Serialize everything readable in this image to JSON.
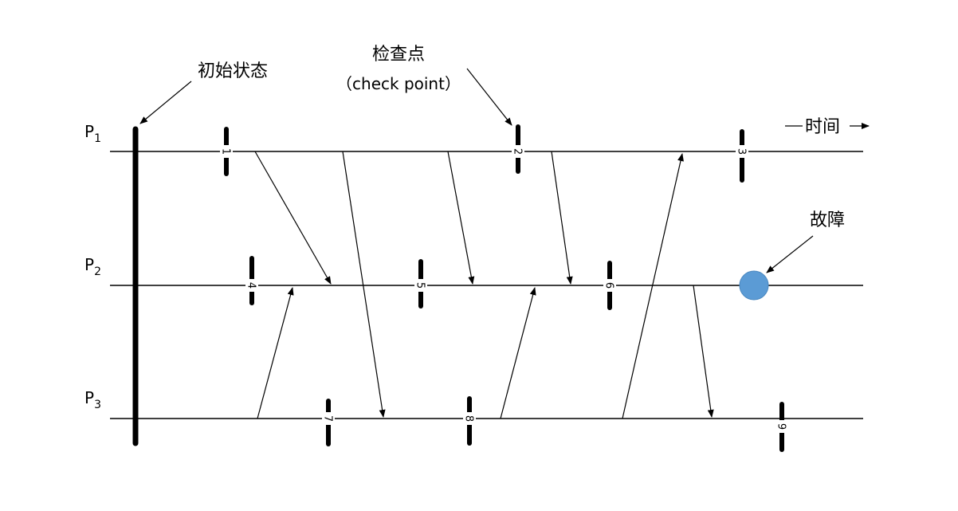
{
  "processes": [
    {
      "id": "p1",
      "letter": "P",
      "sub": "1"
    },
    {
      "id": "p2",
      "letter": "P",
      "sub": "2"
    },
    {
      "id": "p3",
      "letter": "P",
      "sub": "3"
    }
  ],
  "annotations": {
    "initial_state": "初始状态",
    "checkpoint_title": "检查点",
    "checkpoint_subtitle": "（check point）",
    "time": "时间",
    "fault": "故障"
  },
  "checkpoints": [
    "1",
    "2",
    "3",
    "4",
    "5",
    "6",
    "7",
    "8",
    "9"
  ],
  "colors": {
    "fault": "#5b9bd5",
    "line": "#000000"
  }
}
